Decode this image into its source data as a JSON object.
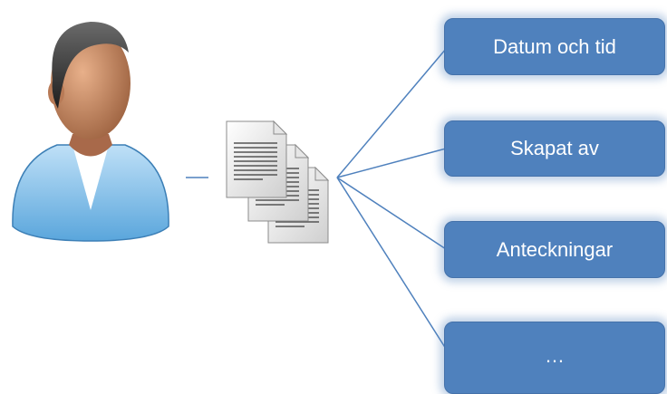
{
  "diagram": {
    "boxes": [
      {
        "label": "Datum och tid"
      },
      {
        "label": "Skapat av"
      },
      {
        "label": "Anteckningar"
      },
      {
        "label": "…"
      }
    ]
  },
  "colors": {
    "box_fill": "#4f81bd",
    "connector": "#4f81bd",
    "box_text": "#ffffff"
  },
  "icons": [
    "user-icon",
    "documents-icon"
  ]
}
